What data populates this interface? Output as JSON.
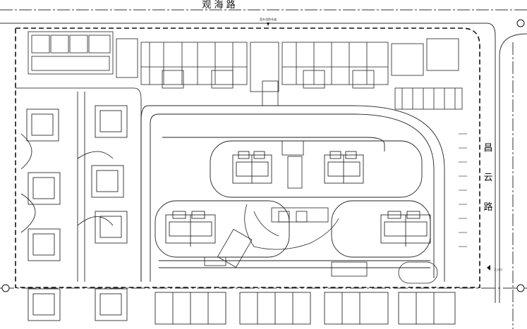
{
  "roads": {
    "top_name": "观 海 路",
    "right_name_1": "昌",
    "right_name_2": "云",
    "right_name_3": "路"
  },
  "labels": {
    "top_gate": "室外消防车道",
    "right_gate": "主入口"
  },
  "colors": {
    "line": "#1a1a1a",
    "dashed": "#2a2a2a",
    "background": "#ffffff"
  }
}
